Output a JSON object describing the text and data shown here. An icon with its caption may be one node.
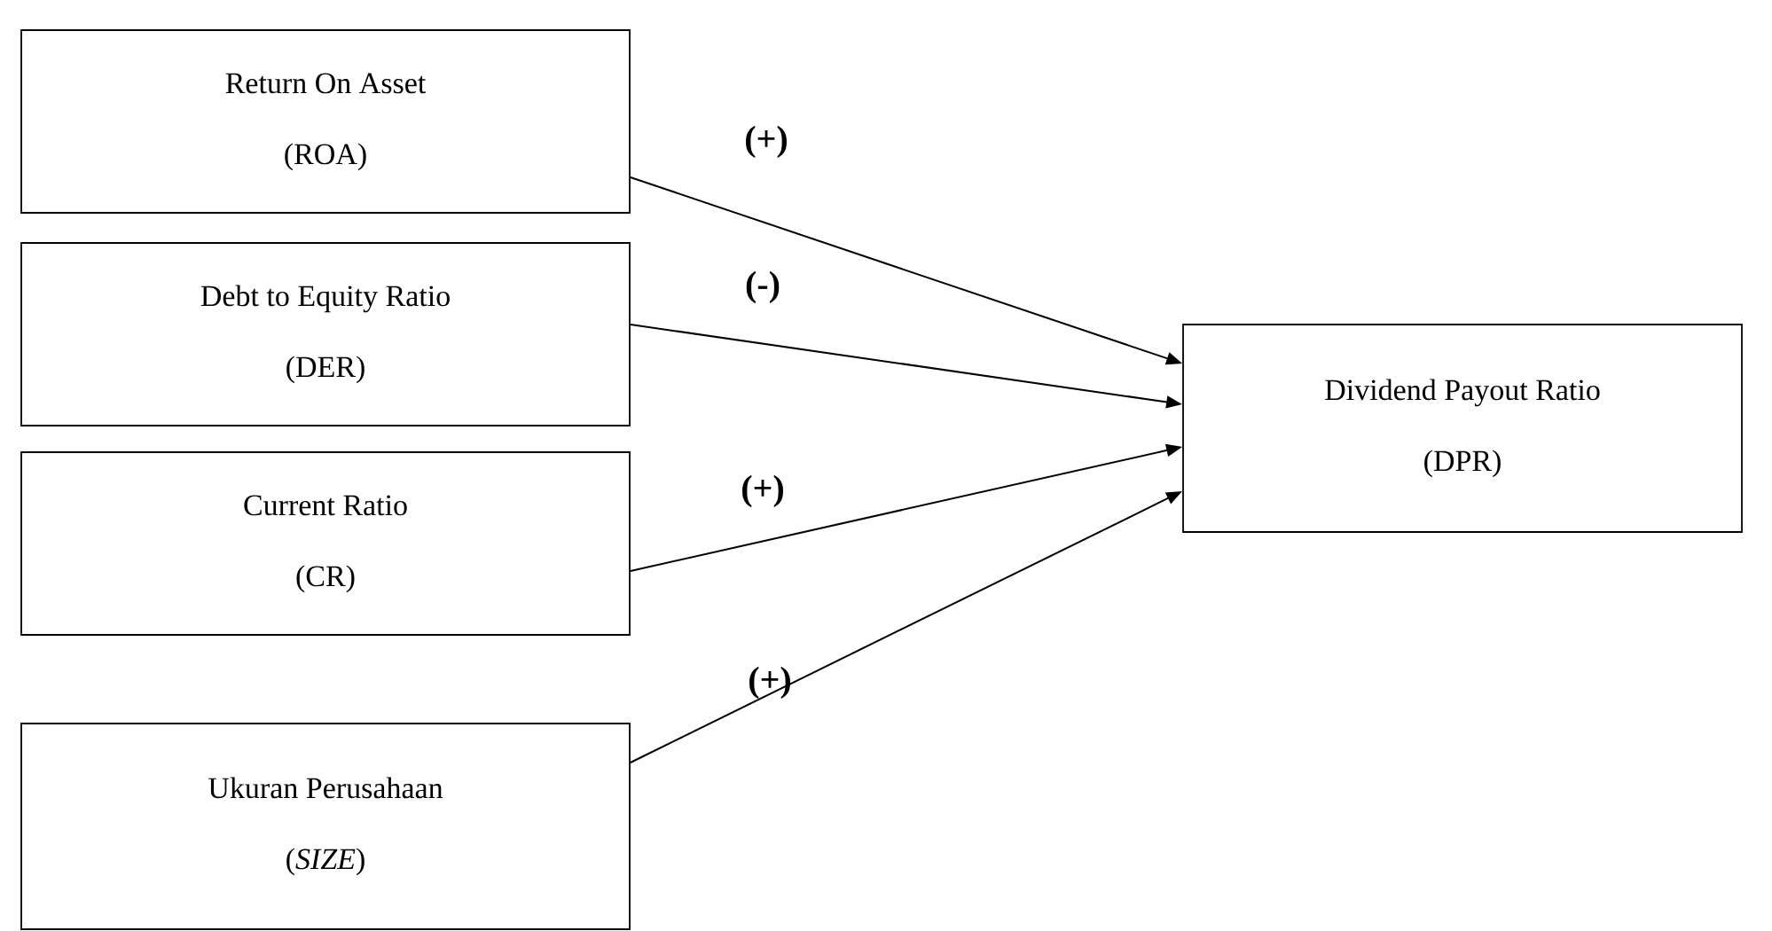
{
  "diagram": {
    "nodes": [
      {
        "text": [
          "Return On Asset",
          "(ROA)"
        ]
      },
      {
        "text": [
          "Debt to Equity Ratio",
          "(DER)"
        ]
      },
      {
        "text": [
          "Current Ratio",
          "(CR)"
        ]
      },
      {
        "text": [
          "Ukuran Perusahaan",
          "(*SIZE*)"
        ]
      },
      {
        "text": [
          "Dividend Payout Ratio",
          "(DPR)"
        ]
      }
    ],
    "edges": [
      {
        "from": 0,
        "to": 4,
        "arrow": "to",
        "label": "(+)"
      },
      {
        "from": 1,
        "to": 4,
        "arrow": "to",
        "label": "(-)"
      },
      {
        "from": 2,
        "to": 4,
        "arrow": "to",
        "label": "(+)"
      },
      {
        "from": 3,
        "to": 4,
        "arrow": "to",
        "label": "(+)"
      }
    ]
  }
}
